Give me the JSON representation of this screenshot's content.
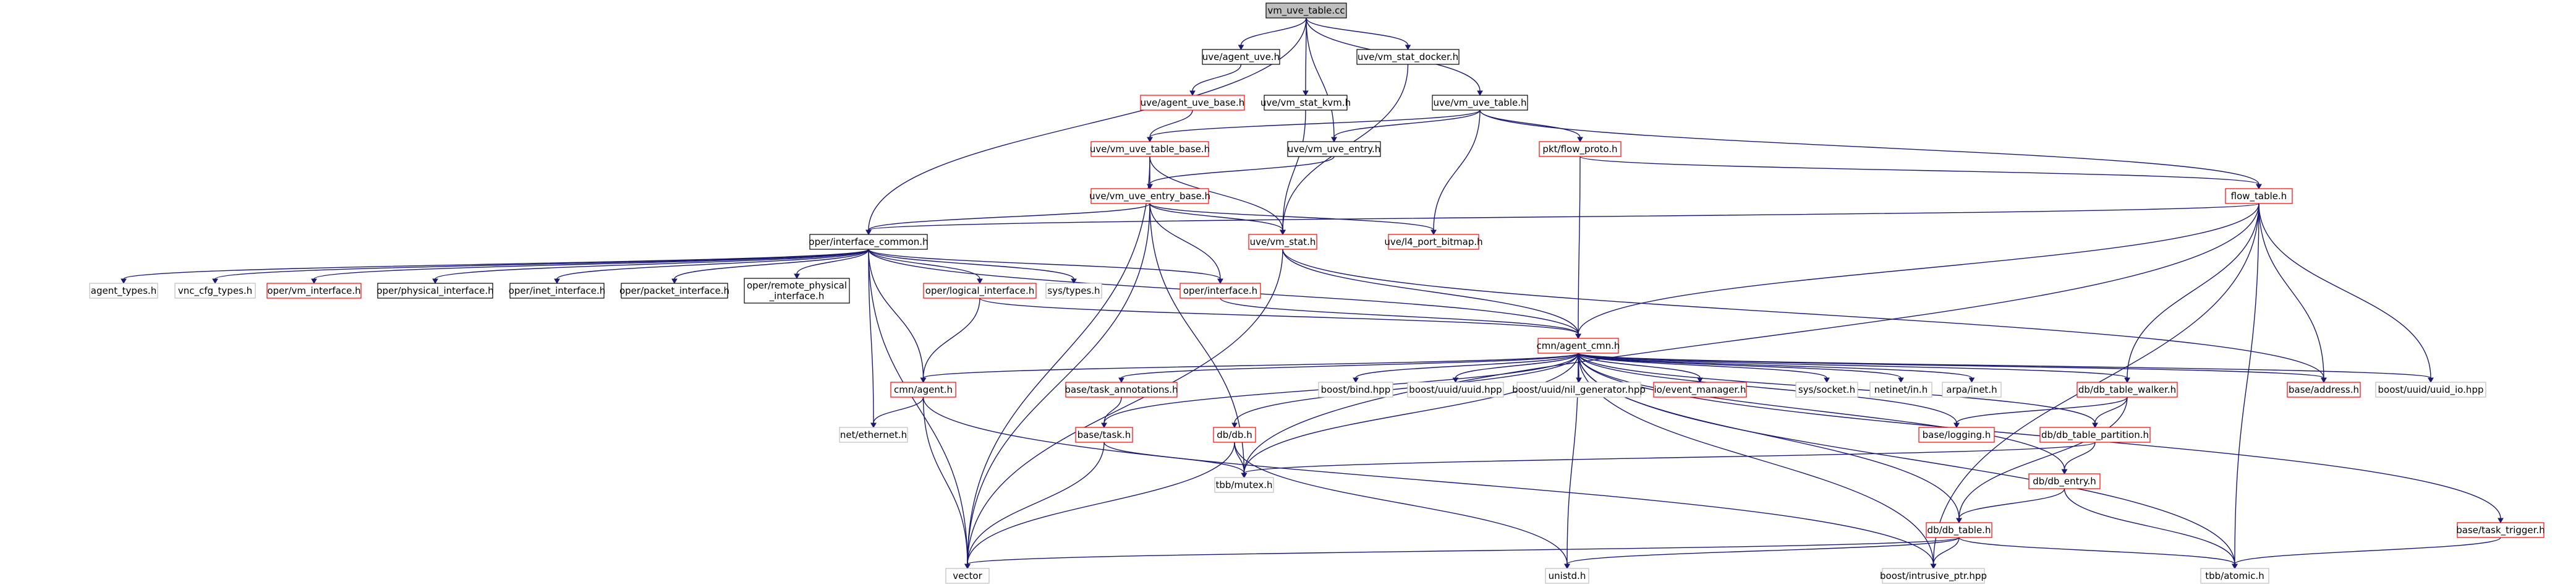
{
  "diagram": {
    "nodes": [
      {
        "id": "root",
        "label": "vm_uve_table.cc",
        "style": "root"
      },
      {
        "id": "agent_uve",
        "label": "uve/agent_uve.h",
        "style": "black"
      },
      {
        "id": "vm_stat_docker",
        "label": "uve/vm_stat_docker.h",
        "style": "black"
      },
      {
        "id": "agent_uve_base",
        "label": "uve/agent_uve_base.h",
        "style": "red"
      },
      {
        "id": "vm_stat_kvm",
        "label": "uve/vm_stat_kvm.h",
        "style": "black"
      },
      {
        "id": "vm_uve_table_h",
        "label": "uve/vm_uve_table.h",
        "style": "black"
      },
      {
        "id": "vm_uve_table_base",
        "label": "uve/vm_uve_table_base.h",
        "style": "red"
      },
      {
        "id": "vm_uve_entry",
        "label": "uve/vm_uve_entry.h",
        "style": "black"
      },
      {
        "id": "flow_proto",
        "label": "pkt/flow_proto.h",
        "style": "red"
      },
      {
        "id": "vm_uve_entry_base",
        "label": "uve/vm_uve_entry_base.h",
        "style": "red"
      },
      {
        "id": "flow_table",
        "label": "flow_table.h",
        "style": "red"
      },
      {
        "id": "interface_common",
        "label": "oper/interface_common.h",
        "style": "black"
      },
      {
        "id": "vm_stat",
        "label": "uve/vm_stat.h",
        "style": "red"
      },
      {
        "id": "l4_port_bitmap",
        "label": "uve/l4_port_bitmap.h",
        "style": "red"
      },
      {
        "id": "agent_types",
        "label": "agent_types.h",
        "style": "gray"
      },
      {
        "id": "vnc_cfg_types",
        "label": "vnc_cfg_types.h",
        "style": "gray"
      },
      {
        "id": "vm_interface",
        "label": "oper/vm_interface.h",
        "style": "red"
      },
      {
        "id": "physical_interface",
        "label": "oper/physical_interface.h",
        "style": "black"
      },
      {
        "id": "inet_interface",
        "label": "oper/inet_interface.h",
        "style": "black"
      },
      {
        "id": "packet_interface",
        "label": "oper/packet_interface.h",
        "style": "black"
      },
      {
        "id": "remote_physical",
        "label": "oper/remote_physical_interface.h",
        "lines": [
          "oper/remote_physical",
          "_interface.h"
        ],
        "style": "black"
      },
      {
        "id": "logical_interface",
        "label": "oper/logical_interface.h",
        "style": "red"
      },
      {
        "id": "sys_types",
        "label": "sys/types.h",
        "style": "gray"
      },
      {
        "id": "oper_interface",
        "label": "oper/interface.h",
        "style": "red"
      },
      {
        "id": "agent_cmn",
        "label": "cmn/agent_cmn.h",
        "style": "red"
      },
      {
        "id": "cmn_agent",
        "label": "cmn/agent.h",
        "style": "red"
      },
      {
        "id": "net_ethernet",
        "label": "net/ethernet.h",
        "style": "gray"
      },
      {
        "id": "task_annotations",
        "label": "base/task_annotations.h",
        "style": "red"
      },
      {
        "id": "base_task",
        "label": "base/task.h",
        "style": "red"
      },
      {
        "id": "db_db",
        "label": "db/db.h",
        "style": "red"
      },
      {
        "id": "boost_bind",
        "label": "boost/bind.hpp",
        "style": "gray"
      },
      {
        "id": "boost_uuid",
        "label": "boost/uuid/uuid.hpp",
        "style": "gray"
      },
      {
        "id": "boost_nil",
        "label": "boost/uuid/nil_generator.hpp",
        "style": "gray"
      },
      {
        "id": "event_manager",
        "label": "io/event_manager.h",
        "style": "red"
      },
      {
        "id": "sys_socket",
        "label": "sys/socket.h",
        "style": "gray"
      },
      {
        "id": "netinet_in",
        "label": "netinet/in.h",
        "style": "gray"
      },
      {
        "id": "arpa_inet",
        "label": "arpa/inet.h",
        "style": "gray"
      },
      {
        "id": "db_table_walker",
        "label": "db/db_table_walker.h",
        "style": "red"
      },
      {
        "id": "base_address",
        "label": "base/address.h",
        "style": "red"
      },
      {
        "id": "uuid_io",
        "label": "boost/uuid/uuid_io.hpp",
        "style": "gray"
      },
      {
        "id": "base_logging",
        "label": "base/logging.h",
        "style": "red"
      },
      {
        "id": "db_table_partition",
        "label": "db/db_table_partition.h",
        "style": "red"
      },
      {
        "id": "tbb_mutex",
        "label": "tbb/mutex.h",
        "style": "gray"
      },
      {
        "id": "db_entry",
        "label": "db/db_entry.h",
        "style": "red"
      },
      {
        "id": "db_table",
        "label": "db/db_table.h",
        "style": "red"
      },
      {
        "id": "task_trigger",
        "label": "base/task_trigger.h",
        "style": "red"
      },
      {
        "id": "vector",
        "label": "vector",
        "style": "gray"
      },
      {
        "id": "unistd",
        "label": "unistd.h",
        "style": "gray"
      },
      {
        "id": "intrusive_ptr",
        "label": "boost/intrusive_ptr.hpp",
        "style": "gray"
      },
      {
        "id": "tbb_atomic",
        "label": "tbb/atomic.h",
        "style": "gray"
      }
    ],
    "edges": [
      [
        "root",
        "agent_uve"
      ],
      [
        "root",
        "vm_stat_docker"
      ],
      [
        "root",
        "vm_stat_kvm"
      ],
      [
        "root",
        "vm_uve_table_h"
      ],
      [
        "root",
        "vm_uve_entry"
      ],
      [
        "root",
        "interface_common"
      ],
      [
        "agent_uve",
        "agent_uve_base"
      ],
      [
        "agent_uve_base",
        "vm_uve_table_base"
      ],
      [
        "vm_stat_docker",
        "vm_stat"
      ],
      [
        "vm_stat_kvm",
        "vm_stat"
      ],
      [
        "vm_uve_table_h",
        "vm_uve_table_base"
      ],
      [
        "vm_uve_table_h",
        "vm_uve_entry"
      ],
      [
        "vm_uve_table_h",
        "flow_proto"
      ],
      [
        "vm_uve_table_h",
        "l4_port_bitmap"
      ],
      [
        "vm_uve_table_h",
        "flow_table"
      ],
      [
        "vm_uve_table_base",
        "vm_uve_entry_base"
      ],
      [
        "vm_uve_table_base",
        "vm_stat"
      ],
      [
        "vm_uve_table_base",
        "vector"
      ],
      [
        "vm_uve_entry",
        "vm_uve_entry_base"
      ],
      [
        "flow_proto",
        "flow_table"
      ],
      [
        "flow_proto",
        "agent_cmn"
      ],
      [
        "vm_uve_entry_base",
        "interface_common"
      ],
      [
        "vm_uve_entry_base",
        "vm_stat"
      ],
      [
        "vm_uve_entry_base",
        "l4_port_bitmap"
      ],
      [
        "vm_uve_entry_base",
        "oper_interface"
      ],
      [
        "vm_uve_entry_base",
        "vector"
      ],
      [
        "vm_uve_entry_base",
        "tbb_mutex"
      ],
      [
        "flow_table",
        "interface_common"
      ],
      [
        "flow_table",
        "agent_cmn"
      ],
      [
        "flow_table",
        "db_table_walker"
      ],
      [
        "flow_table",
        "base_address"
      ],
      [
        "flow_table",
        "uuid_io"
      ],
      [
        "flow_table",
        "tbb_mutex"
      ],
      [
        "flow_table",
        "intrusive_ptr"
      ],
      [
        "flow_table",
        "tbb_atomic"
      ],
      [
        "interface_common",
        "agent_types"
      ],
      [
        "interface_common",
        "vnc_cfg_types"
      ],
      [
        "interface_common",
        "vm_interface"
      ],
      [
        "interface_common",
        "physical_interface"
      ],
      [
        "interface_common",
        "inet_interface"
      ],
      [
        "interface_common",
        "packet_interface"
      ],
      [
        "interface_common",
        "remote_physical"
      ],
      [
        "interface_common",
        "logical_interface"
      ],
      [
        "interface_common",
        "sys_types"
      ],
      [
        "interface_common",
        "oper_interface"
      ],
      [
        "interface_common",
        "agent_cmn"
      ],
      [
        "interface_common",
        "cmn_agent"
      ],
      [
        "interface_common",
        "net_ethernet"
      ],
      [
        "interface_common",
        "vector"
      ],
      [
        "vm_stat",
        "agent_cmn"
      ],
      [
        "vm_stat",
        "base_address"
      ],
      [
        "vm_stat",
        "vector"
      ],
      [
        "logical_interface",
        "agent_cmn"
      ],
      [
        "logical_interface",
        "cmn_agent"
      ],
      [
        "oper_interface",
        "agent_cmn"
      ],
      [
        "agent_cmn",
        "cmn_agent"
      ],
      [
        "agent_cmn",
        "task_annotations"
      ],
      [
        "agent_cmn",
        "base_task"
      ],
      [
        "agent_cmn",
        "db_db"
      ],
      [
        "agent_cmn",
        "boost_bind"
      ],
      [
        "agent_cmn",
        "boost_uuid"
      ],
      [
        "agent_cmn",
        "boost_nil"
      ],
      [
        "agent_cmn",
        "event_manager"
      ],
      [
        "agent_cmn",
        "sys_socket"
      ],
      [
        "agent_cmn",
        "netinet_in"
      ],
      [
        "agent_cmn",
        "arpa_inet"
      ],
      [
        "agent_cmn",
        "db_table_walker"
      ],
      [
        "agent_cmn",
        "base_address"
      ],
      [
        "agent_cmn",
        "uuid_io"
      ],
      [
        "agent_cmn",
        "base_logging"
      ],
      [
        "agent_cmn",
        "db_table_partition"
      ],
      [
        "agent_cmn",
        "db_entry"
      ],
      [
        "agent_cmn",
        "db_table"
      ],
      [
        "agent_cmn",
        "task_trigger"
      ],
      [
        "agent_cmn",
        "unistd"
      ],
      [
        "agent_cmn",
        "intrusive_ptr"
      ],
      [
        "agent_cmn",
        "tbb_atomic"
      ],
      [
        "agent_cmn",
        "tbb_mutex"
      ],
      [
        "cmn_agent",
        "net_ethernet"
      ],
      [
        "cmn_agent",
        "vector"
      ],
      [
        "cmn_agent",
        "intrusive_ptr"
      ],
      [
        "task_annotations",
        "base_task"
      ],
      [
        "base_task",
        "tbb_mutex"
      ],
      [
        "base_task",
        "vector"
      ],
      [
        "db_db",
        "tbb_mutex"
      ],
      [
        "db_db",
        "vector"
      ],
      [
        "db_db",
        "unistd"
      ],
      [
        "db_table_walker",
        "base_logging"
      ],
      [
        "db_table_walker",
        "db_table_partition"
      ],
      [
        "db_table_walker",
        "db_table"
      ],
      [
        "db_table_partition",
        "tbb_mutex"
      ],
      [
        "db_table_partition",
        "db_entry"
      ],
      [
        "db_entry",
        "db_table"
      ],
      [
        "db_entry",
        "tbb_atomic"
      ],
      [
        "db_table",
        "vector"
      ],
      [
        "db_table",
        "unistd"
      ],
      [
        "db_table",
        "intrusive_ptr"
      ],
      [
        "db_table",
        "tbb_atomic"
      ],
      [
        "task_trigger",
        "tbb_atomic"
      ]
    ]
  }
}
